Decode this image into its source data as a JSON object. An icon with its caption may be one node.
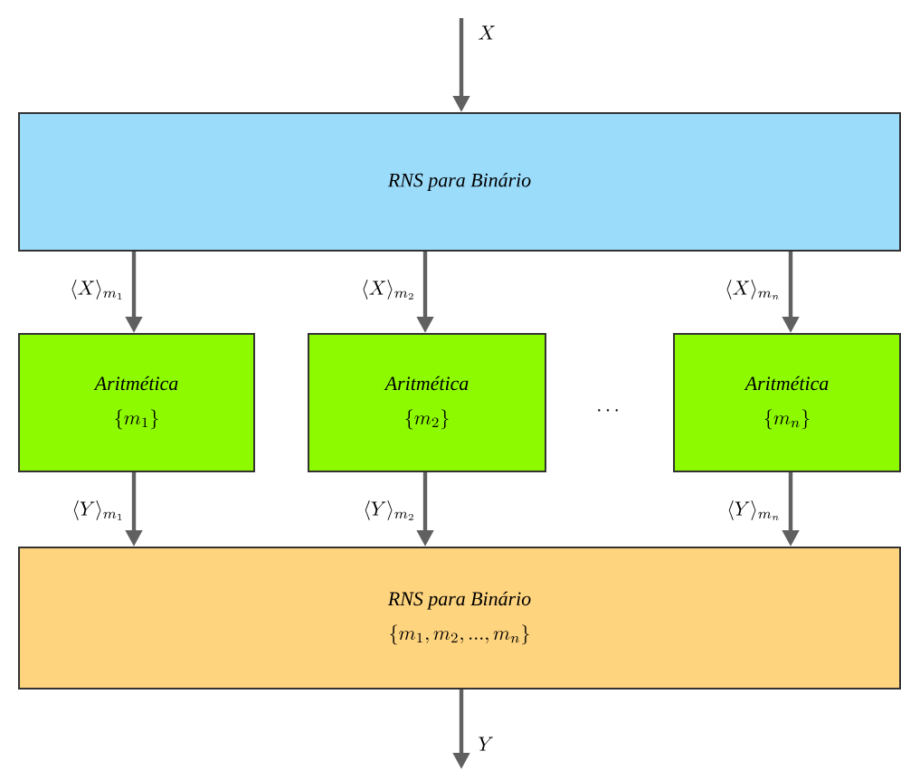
{
  "diagram": {
    "nodes": [
      {
        "text": [
          "RNS para Binário"
        ]
      },
      {
        "text": [
          "Aritmética",
          "\\{m_1\\}"
        ]
      },
      {
        "text": [
          "Aritmética",
          "\\{m_2\\}"
        ]
      },
      {
        "text": [
          "Aritmética",
          "\\{m_n\\}"
        ]
      },
      {
        "text": [
          "RNS para Binário",
          "\\{m_1, m_2, ..., m_n\\}"
        ]
      }
    ],
    "edges": [
      {
        "from": null,
        "to": 0,
        "arrow": "to",
        "label": "X"
      },
      {
        "from": 0,
        "to": 1,
        "arrow": "to",
        "label": "\\langle X\\rangle_{m_1}"
      },
      {
        "from": 0,
        "to": 2,
        "arrow": "to",
        "label": "\\langle X\\rangle_{m_2}"
      },
      {
        "from": 0,
        "to": 3,
        "arrow": "to",
        "label": "\\langle X\\rangle_{m_n}"
      },
      {
        "from": 1,
        "to": 4,
        "arrow": "to",
        "label": "\\langle Y\\rangle_{m_1}"
      },
      {
        "from": 2,
        "to": 4,
        "arrow": "to",
        "label": "\\langle Y\\rangle_{m_2}"
      },
      {
        "from": 3,
        "to": 4,
        "arrow": "to",
        "label": "\\langle Y\\rangle_{m_n}"
      },
      {
        "from": 4,
        "to": null,
        "arrow": "to",
        "label": "Y"
      }
    ],
    "labels": [
      "\\cdots"
    ]
  }
}
